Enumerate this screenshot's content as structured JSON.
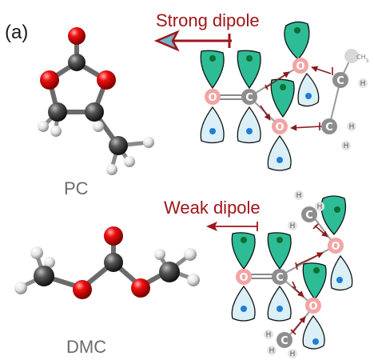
{
  "figure": {
    "panel_label": "(a)",
    "molecules": [
      {
        "name": "PC",
        "dipole_label": "Strong dipole"
      },
      {
        "name": "DMC",
        "dipole_label": "Weak dipole"
      }
    ],
    "atom_labels": {
      "oxygen": "O",
      "carbon": "C",
      "hydrogen": "H",
      "methyl": "CH3"
    }
  },
  "colors": {
    "dipole_arrow": "#a01519",
    "oxygen_ball": "#e00000",
    "carbon_ball": "#4a4a4a",
    "hydrogen_ball": "#e8e8e8",
    "orbital_lobe_filled": "#2ebc97",
    "orbital_lobe_empty": "#dbf0f6",
    "oxygen_node": "#f3a4a4",
    "carbon_node": "#8e8e8e"
  }
}
